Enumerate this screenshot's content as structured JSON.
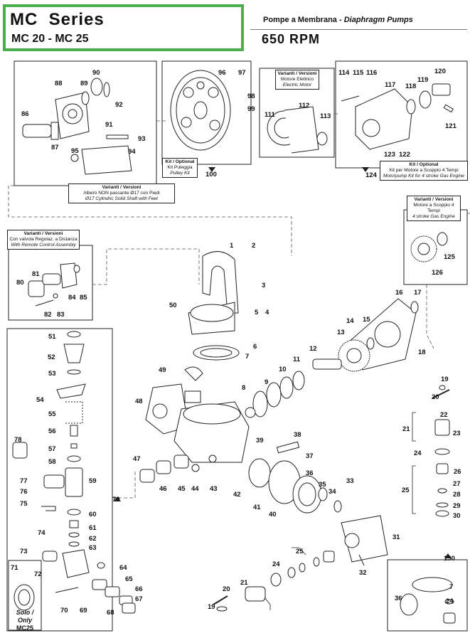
{
  "header": {
    "series": "MC  Series",
    "models": "MC 20 - MC 25",
    "subtitle_it": "Pompe a Membrana - ",
    "subtitle_en": "Diaphragm Pumps",
    "rpm": "650 RPM",
    "accent_color": "#4caf4f"
  },
  "notes": {
    "shaft": {
      "l1": "Varianti / Versioni",
      "l2": "Albero NON passante Ø17 con Piedi",
      "l3": "Ø17 Cylindric Solid Shaft with Feet"
    },
    "pulley": {
      "l1": "Kit / Optional",
      "l2": "Kit Puleggia",
      "l3": "Pulley Kit"
    },
    "electric": {
      "l1": "Varianti / Versioni",
      "l2": "Motore Elettrico",
      "l3": "Electric Motor"
    },
    "motorpump": {
      "l1": "Kit / Optional",
      "l2": "Kit per Motore a Scoppio 4 Tempi",
      "l3": "Motorpump Kit for 4 stroke Gas Engine"
    },
    "gas_engine": {
      "l1": "Varianti / Versioni",
      "l2": "Motore a Scoppio 4 Tempi",
      "l3": "4 stroke Gas Engine"
    },
    "remote": {
      "l1": "Varianti / Versioni",
      "l2": "Con valvola Regolaz. a Distanza",
      "l3": "With Remote Control Assembly"
    },
    "solo": {
      "l1": "Solo / Only",
      "l2": "MC25"
    }
  },
  "parts": [
    "1",
    "2",
    "3",
    "4",
    "5",
    "6",
    "7",
    "8",
    "9",
    "10",
    "11",
    "12",
    "13",
    "14",
    "15",
    "16",
    "17",
    "18",
    "19",
    "20",
    "21",
    "22",
    "23",
    "24",
    "25",
    "26",
    "27",
    "28",
    "29",
    "30",
    "31",
    "32",
    "33",
    "34",
    "35",
    "36",
    "37",
    "38",
    "39",
    "40",
    "41",
    "42",
    "43",
    "44",
    "45",
    "46",
    "47",
    "48",
    "49",
    "50",
    "51",
    "52",
    "53",
    "54",
    "55",
    "56",
    "57",
    "58",
    "59",
    "60",
    "61",
    "62",
    "63",
    "64",
    "65",
    "66",
    "67",
    "68",
    "69",
    "70",
    "71",
    "72",
    "73",
    "74",
    "75",
    "76",
    "77",
    "78",
    "79",
    "80",
    "81",
    "82",
    "83",
    "84",
    "85",
    "86",
    "87",
    "88",
    "89",
    "90",
    "91",
    "92",
    "93",
    "94",
    "95",
    "96",
    "97",
    "98",
    "99",
    "100",
    "111",
    "112",
    "113",
    "114",
    "115",
    "116",
    "117",
    "118",
    "119",
    "120",
    "121",
    "122",
    "123",
    "124",
    "125",
    "126",
    "130"
  ],
  "extra_labels": {
    "l19b": "19",
    "l20b": "20",
    "l21b": "21",
    "l24b": "24",
    "l25b": "25",
    "l36b": "36",
    "l7b": "7",
    "l24c": "24"
  }
}
